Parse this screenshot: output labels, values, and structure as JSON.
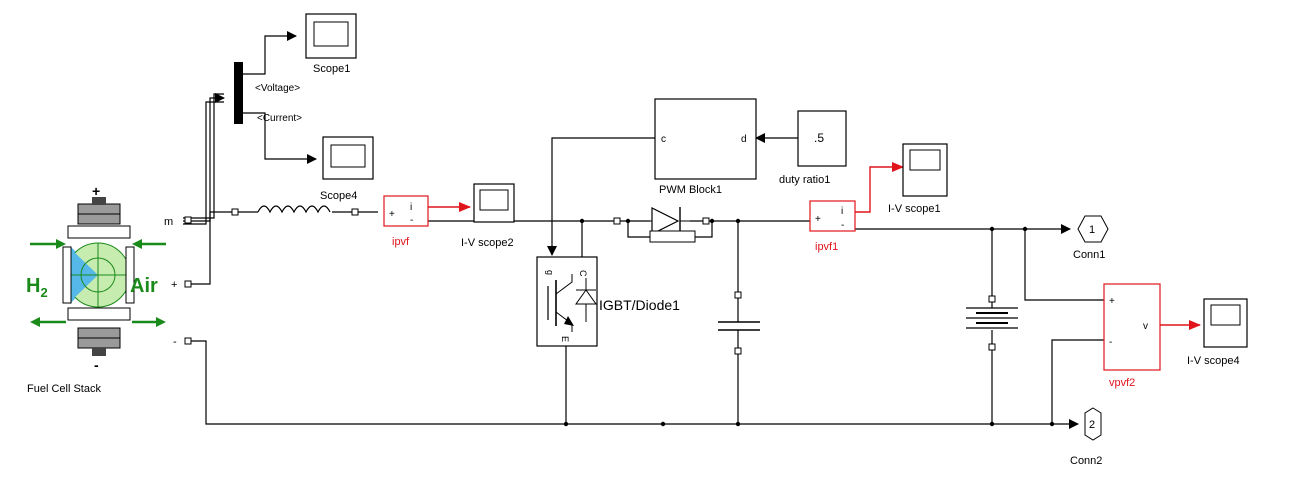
{
  "blocks": {
    "fuel_cell": {
      "label": "Fuel Cell Stack",
      "h2": "H",
      "h2_sub": "2",
      "air": "Air",
      "plus_top": "+",
      "minus_bottom": "-",
      "port_m": "m",
      "port_plus": "+",
      "port_minus": "-"
    },
    "scope1": {
      "label": "Scope1"
    },
    "scope4": {
      "label": "Scope4"
    },
    "bus_selector": {
      "sig_voltage": "<Voltage>",
      "sig_current": "<Current>"
    },
    "ipvf": {
      "label": "ipvf",
      "port_plus": "+",
      "port_minus": "-",
      "port_i": "i"
    },
    "iv_scope2": {
      "label": "I-V scope2"
    },
    "pwm": {
      "label": "PWM Block1",
      "port_c": "c",
      "port_d": "d"
    },
    "duty": {
      "value": ".5",
      "label": "duty ratio1"
    },
    "ipvf1": {
      "label": "ipvf1",
      "port_plus": "+",
      "port_minus": "-",
      "port_i": "i"
    },
    "iv_scope1": {
      "label": "I-V scope1"
    },
    "igbt": {
      "label": "IGBT/Diode1",
      "port_g": "g",
      "port_c": "C",
      "port_e": "E"
    },
    "conn1": {
      "label": "Conn1",
      "num": "1"
    },
    "conn2": {
      "label": "Conn2",
      "num": "2"
    },
    "vpvf2": {
      "label": "vpvf2",
      "port_plus": "+",
      "port_minus": "-",
      "port_v": "v"
    },
    "iv_scope4": {
      "label": "I-V scope4"
    }
  },
  "colors": {
    "wire": "#000000",
    "measure_block": "#e0151b",
    "signal_arrow": "#e0151b",
    "fuel_green": "#1a8a1a",
    "fuel_blue": "#55b8e8",
    "fuel_lightgreen": "#c7ecb0",
    "plate_gray": "#9a9a9a"
  }
}
